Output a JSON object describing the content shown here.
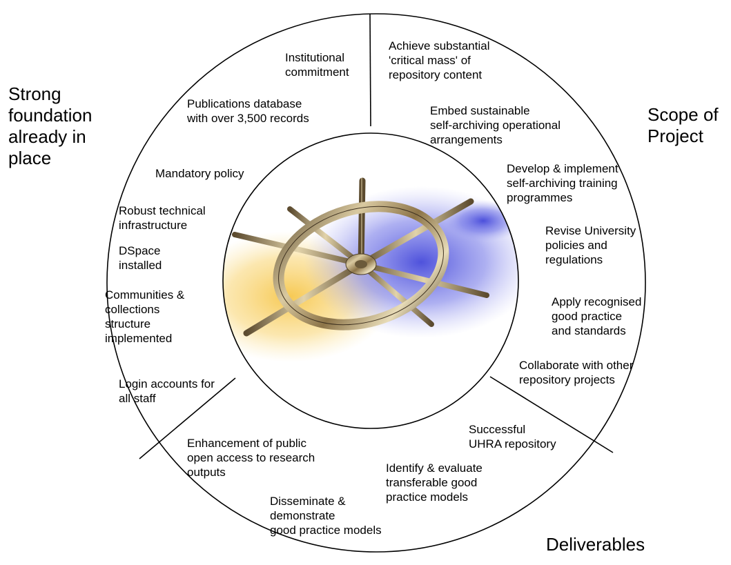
{
  "sections": {
    "foundation": {
      "title": "Strong\nfoundation\nalready in\nplace",
      "items": [
        "Institutional\ncommitment",
        "Publications database\nwith over 3,500 records",
        "Mandatory policy",
        "Robust technical\ninfrastructure",
        "DSpace\ninstalled",
        "Communities &\ncollections\nstructure\nimplemented",
        "Login accounts for\nall staff"
      ]
    },
    "scope": {
      "title": "Scope of\nProject",
      "items": [
        "Achieve substantial\n'critical mass' of\nrepository content",
        "Embed sustainable\nself-archiving operational\narrangements",
        "Develop & implement\nself-archiving training\nprogrammes",
        "Revise University\npolicies and\nregulations",
        "Apply recognised\ngood practice\nand standards",
        "Collaborate with other\nrepository projects"
      ]
    },
    "deliverables": {
      "title": "Deliverables",
      "items": [
        "Successful\nUHRA repository",
        "Identify & evaluate\ntransferable good\npractice models",
        "Disseminate &\ndemonstrate\ngood practice models",
        "Enhancement of public\nopen access to research\noutputs"
      ]
    }
  },
  "center_image": "ships-wheel"
}
